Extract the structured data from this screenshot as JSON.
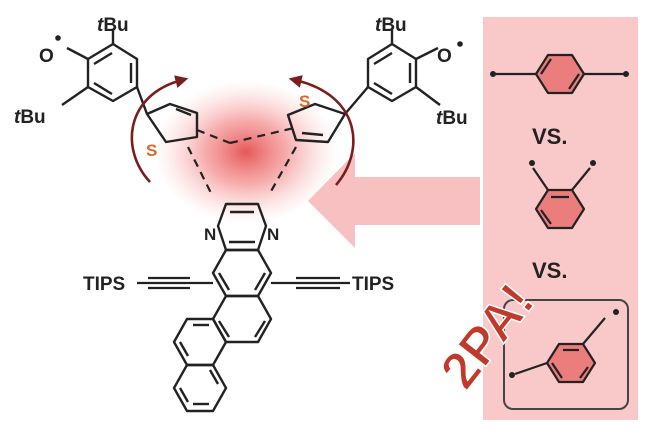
{
  "labels": {
    "tbu": "tBu",
    "tbu_prefix": "t",
    "tbu_suffix": "Bu",
    "oxygen": "O",
    "sulfur": "S",
    "nitrogen": "N",
    "tips": "TIPS",
    "versus": "VS.",
    "two_pa": "2PA!"
  },
  "colors": {
    "panel": "#f9c9c9",
    "glow": "#e23b3b",
    "ring_fill": "#ec7d7d",
    "arrow": "#7b1d1d",
    "sulfur": "#d96a2a",
    "two_pa": "#c0392b",
    "bond": "#222222"
  }
}
